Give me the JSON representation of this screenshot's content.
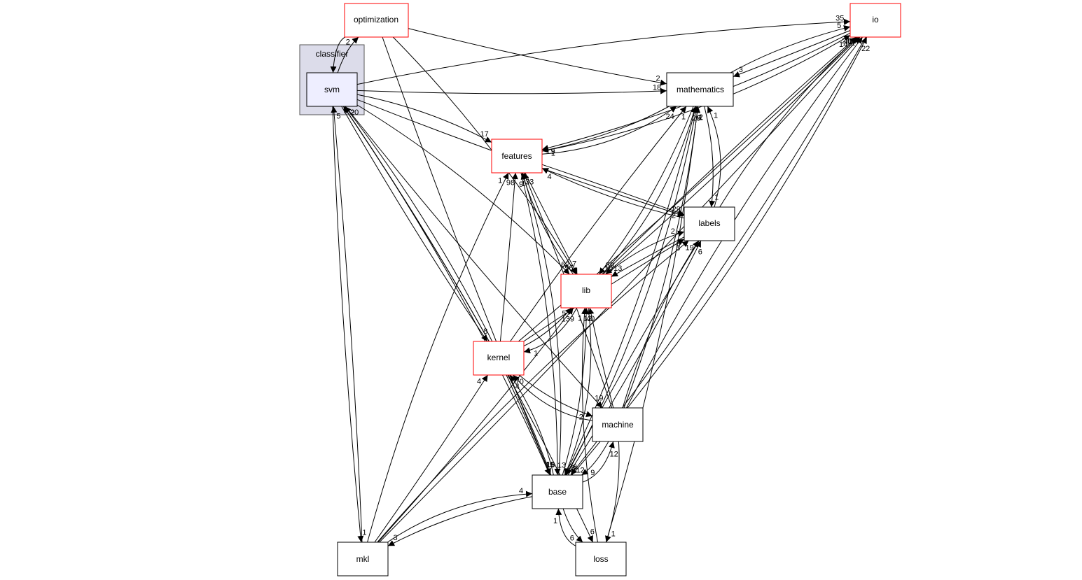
{
  "colors": {
    "cluster_fill": "#dcdcea",
    "cluster_border": "#555555",
    "current_node_fill": "#eeeeff",
    "node_fill": "#ffffff",
    "node_border": "#000000",
    "incomplete_node_border": "#ff0000",
    "edge": "#000000"
  },
  "cluster": {
    "label": "classifier"
  },
  "nodes": [
    {
      "id": "svm",
      "label": "svm",
      "style": "current"
    },
    {
      "id": "optimization",
      "label": "optimization",
      "style": "red"
    },
    {
      "id": "io",
      "label": "io",
      "style": "red"
    },
    {
      "id": "mathematics",
      "label": "mathematics",
      "style": "normal"
    },
    {
      "id": "features",
      "label": "features",
      "style": "red"
    },
    {
      "id": "labels",
      "label": "labels",
      "style": "normal"
    },
    {
      "id": "lib",
      "label": "lib",
      "style": "red"
    },
    {
      "id": "kernel",
      "label": "kernel",
      "style": "red"
    },
    {
      "id": "machine",
      "label": "machine",
      "style": "normal"
    },
    {
      "id": "base",
      "label": "base",
      "style": "normal"
    },
    {
      "id": "mkl",
      "label": "mkl",
      "style": "normal"
    },
    {
      "id": "loss",
      "label": "loss",
      "style": "normal"
    }
  ],
  "edges": [
    {
      "from": "svm",
      "to": "optimization",
      "label": "2"
    },
    {
      "from": "optimization",
      "to": "svm",
      "label": ""
    },
    {
      "from": "svm",
      "to": "io",
      "label": "35"
    },
    {
      "from": "svm",
      "to": "mathematics",
      "label": "18"
    },
    {
      "from": "svm",
      "to": "features",
      "label": "17"
    },
    {
      "from": "svm",
      "to": "labels",
      "label": "29"
    },
    {
      "from": "svm",
      "to": "lib",
      "label": "62"
    },
    {
      "from": "svm",
      "to": "kernel",
      "label": "8"
    },
    {
      "from": "svm",
      "to": "base",
      "label": "19"
    },
    {
      "from": "svm",
      "to": "machine",
      "label": "19"
    },
    {
      "from": "svm",
      "to": "loss",
      "label": "6"
    },
    {
      "from": "svm",
      "to": "mkl",
      "label": "1"
    },
    {
      "from": "mkl",
      "to": "svm",
      "label": "5"
    },
    {
      "from": "base",
      "to": "svm",
      "label": "20"
    },
    {
      "from": "kernel",
      "to": "svm",
      "label": "2"
    },
    {
      "from": "optimization",
      "to": "mathematics",
      "label": "2"
    },
    {
      "from": "optimization",
      "to": "lib",
      "label": "7"
    },
    {
      "from": "optimization",
      "to": "base",
      "label": "15"
    },
    {
      "from": "io",
      "to": "mathematics",
      "label": "3"
    },
    {
      "from": "mathematics",
      "to": "io",
      "label": "5"
    },
    {
      "from": "io",
      "to": "features",
      "label": "9"
    },
    {
      "from": "features",
      "to": "io",
      "label": "14"
    },
    {
      "from": "io",
      "to": "lib",
      "label": "39"
    },
    {
      "from": "lib",
      "to": "io",
      "label": "21"
    },
    {
      "from": "io",
      "to": "base",
      "label": "12"
    },
    {
      "from": "base",
      "to": "io",
      "label": "22"
    },
    {
      "from": "mathematics",
      "to": "features",
      "label": "1"
    },
    {
      "from": "features",
      "to": "mathematics",
      "label": "24"
    },
    {
      "from": "mathematics",
      "to": "labels",
      "label": "1"
    },
    {
      "from": "labels",
      "to": "mathematics",
      "label": "1"
    },
    {
      "from": "mathematics",
      "to": "lib",
      "label": "19"
    },
    {
      "from": "lib",
      "to": "mathematics",
      "label": "29"
    },
    {
      "from": "mathematics",
      "to": "base",
      "label": "3"
    },
    {
      "from": "base",
      "to": "mathematics",
      "label": "6"
    },
    {
      "from": "features",
      "to": "labels",
      "label": "2"
    },
    {
      "from": "labels",
      "to": "features",
      "label": "4"
    },
    {
      "from": "features",
      "to": "lib",
      "label": "56"
    },
    {
      "from": "lib",
      "to": "features",
      "label": "9"
    },
    {
      "from": "features",
      "to": "base",
      "label": "13"
    },
    {
      "from": "base",
      "to": "features",
      "label": "33"
    },
    {
      "from": "labels",
      "to": "lib",
      "label": "13"
    },
    {
      "from": "lib",
      "to": "labels",
      "label": "2"
    },
    {
      "from": "labels",
      "to": "io",
      "label": "7"
    },
    {
      "from": "labels",
      "to": "base",
      "label": "2"
    },
    {
      "from": "base",
      "to": "labels",
      "label": "6"
    },
    {
      "from": "kernel",
      "to": "lib",
      "label": "139"
    },
    {
      "from": "lib",
      "to": "kernel",
      "label": "1"
    },
    {
      "from": "kernel",
      "to": "features",
      "label": "98"
    },
    {
      "from": "kernel",
      "to": "labels",
      "label": "3"
    },
    {
      "from": "kernel",
      "to": "io",
      "label": "49"
    },
    {
      "from": "kernel",
      "to": "mathematics",
      "label": "1"
    },
    {
      "from": "kernel",
      "to": "machine",
      "label": "2"
    },
    {
      "from": "machine",
      "to": "kernel",
      "label": "4"
    },
    {
      "from": "kernel",
      "to": "base",
      "label": "16"
    },
    {
      "from": "base",
      "to": "kernel",
      "label": "70"
    },
    {
      "from": "machine",
      "to": "features",
      "label": "1"
    },
    {
      "from": "machine",
      "to": "labels",
      "label": "19"
    },
    {
      "from": "machine",
      "to": "lib",
      "label": "12"
    },
    {
      "from": "machine",
      "to": "io",
      "label": "1"
    },
    {
      "from": "machine",
      "to": "mathematics",
      "label": "1"
    },
    {
      "from": "machine",
      "to": "base",
      "label": "9"
    },
    {
      "from": "base",
      "to": "machine",
      "label": "12"
    },
    {
      "from": "machine",
      "to": "loss",
      "label": "1"
    },
    {
      "from": "base",
      "to": "lib",
      "label": "40"
    },
    {
      "from": "lib",
      "to": "base",
      "label": "30"
    },
    {
      "from": "base",
      "to": "mkl",
      "label": "3"
    },
    {
      "from": "mkl",
      "to": "base",
      "label": "4"
    },
    {
      "from": "base",
      "to": "loss",
      "label": "6"
    },
    {
      "from": "loss",
      "to": "base",
      "label": "1"
    },
    {
      "from": "mkl",
      "to": "kernel",
      "label": "4"
    },
    {
      "from": "mkl",
      "to": "features",
      "label": "1"
    },
    {
      "from": "mkl",
      "to": "lib",
      "label": "5"
    },
    {
      "from": "mkl",
      "to": "labels",
      "label": "6"
    },
    {
      "from": "mkl",
      "to": "io",
      "label": "1"
    },
    {
      "from": "loss",
      "to": "lib",
      "label": "1"
    },
    {
      "from": "loss",
      "to": "mathematics",
      "label": "2"
    }
  ]
}
